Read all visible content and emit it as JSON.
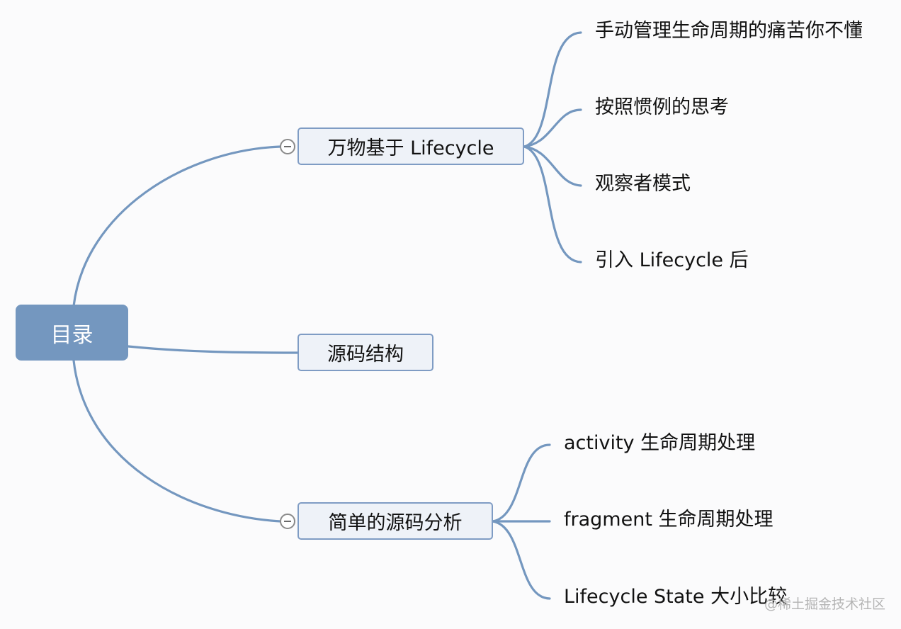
{
  "root": {
    "label": "目录"
  },
  "branches": [
    {
      "label": "万物基于 Lifecycle",
      "children": [
        "手动管理生命周期的痛苦你不懂",
        "按照惯例的思考",
        "观察者模式",
        "引入 Lifecycle 后"
      ]
    },
    {
      "label": "源码结构",
      "children": []
    },
    {
      "label": "简单的源码分析",
      "children": [
        "activity 生命周期处理",
        "fragment 生命周期处理",
        "Lifecycle State 大小比较"
      ]
    }
  ],
  "watermark": "@稀土掘金技术社区",
  "colors": {
    "line": "#7497bf",
    "root_fill": "#7497bf",
    "topic_fill": "#eef2f8",
    "topic_border": "#7f9cc4"
  }
}
